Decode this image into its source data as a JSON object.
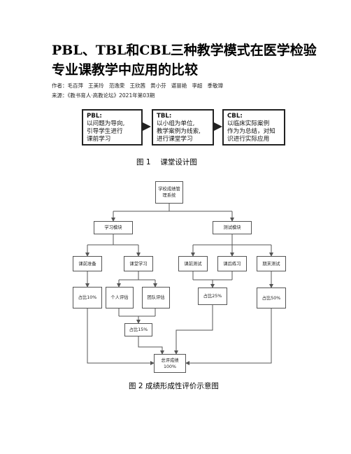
{
  "article": {
    "title": "PBL、TBL和CBL三种教学模式在医学检验专业课教学中应用的比较",
    "authors_label": "作者：",
    "authors": [
      "毛百萍",
      "王美玲",
      "范逸荣",
      "王欣茜",
      "黄小芬",
      "谌丽艳",
      "李超",
      "季敬璋"
    ],
    "source_label": "来源：",
    "source": "《教书育人·高教论坛》2021年第03期"
  },
  "figure1": {
    "boxes": [
      {
        "head": "PBL:",
        "lines": [
          "以问题为导向,",
          "引导学生进行",
          "课前学习"
        ]
      },
      {
        "head": "TBL:",
        "lines": [
          "以小组为单位,",
          "教学案例为线索,",
          "进行课堂学习"
        ]
      },
      {
        "head": "CBL:",
        "lines": [
          "以临床实际案例",
          "作为为总结，对知",
          "识进行实际应用"
        ]
      }
    ],
    "caption": "图 1　 课堂设计图"
  },
  "figure2": {
    "root": "学校成绩管理系统",
    "study_module": "学习模块",
    "test_module": "测试模块",
    "pre_class_prep": "课前准备",
    "class_learning": "课堂学习",
    "pre_class_test": "课前测试",
    "post_class_practice": "课后练习",
    "final_test": "期末测试",
    "share_10": "占比10%",
    "individual_eval": "个人评估",
    "team_eval": "团队评估",
    "share_25": "占比25%",
    "share_50": "占比50%",
    "share_15": "占比15%",
    "total_score": "总评成绩",
    "total_percent": "100%",
    "caption": "图 2 成绩形成性评价示意图"
  }
}
